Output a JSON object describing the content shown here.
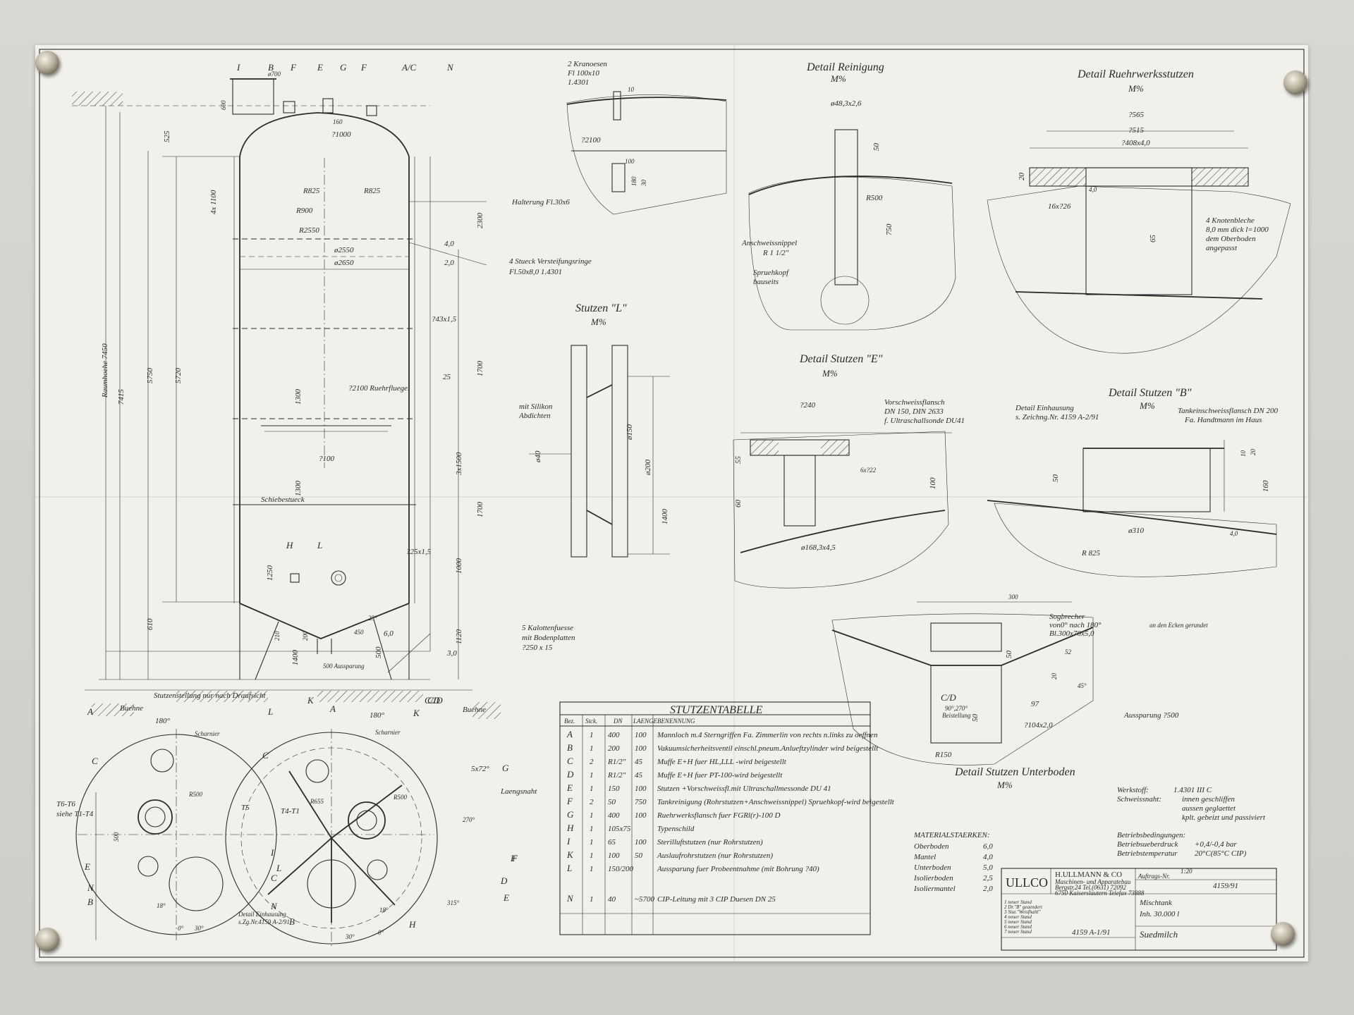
{
  "drawing": {
    "top_letters": [
      "I",
      "B",
      "F",
      "E",
      "G",
      "F",
      "A/C",
      "N"
    ],
    "nozzle_letters": {
      "h": "H",
      "l": "L",
      "k": "K",
      "cd": "C/D"
    },
    "heights": {
      "raumhoehe": "Raumhoehe 7450",
      "h7415": "7415",
      "h5750": "5750",
      "h5720": "5720",
      "h610": "610",
      "h4x1100": "4x 1100",
      "h525": "525",
      "h1300a": "1300",
      "h1300b": "1300",
      "h1250": "1250",
      "h1400": "1400",
      "h210": "210",
      "h200": "200",
      "h500": "500",
      "h600": "600"
    },
    "right_dims": {
      "d2300": "2300",
      "d1700a": "1700",
      "d3x1500": "3x1500",
      "d1700b": "1700",
      "d1000": "1000",
      "d1120": "1120",
      "d4_0": "4,0",
      "d2_0": "2,0",
      "d3_0": "3,0",
      "d6_0": "6,0",
      "d25": "25",
      "p43": "?43x1,5",
      "p25": "?25x1,5"
    },
    "interior": {
      "r825a": "R825",
      "r825b": "R825",
      "r900": "R900",
      "r2550": "R2550",
      "d2550": "ø2550",
      "d2650": "ø2650",
      "d1000": "?1000",
      "d160": "160",
      "d2100": "?2100 Ruehrfluegel",
      "d100": "?100",
      "schiebe": "Schiebestueck",
      "d500": "500 Aussparung",
      "a25": "25°",
      "a450": "450",
      "d700": "ø700",
      "d600": "600",
      "d500t": "500"
    },
    "callouts": {
      "halterung": "Halterung Fl.30x6",
      "ring1": "4  Stueck Versteifungsringe",
      "ring2": "Fl.50x8,0 1.4301",
      "fuss1": "5  Kalottenfuesse",
      "fuss2": "mit Bodenplatten",
      "fuss3": "?250 x 15"
    },
    "plan": {
      "title": "Stutzenstellung nur nach Draufsicht",
      "buehne1": "Buehne",
      "buehne2": "Buehne",
      "a180a": "180°",
      "a180b": "180°",
      "scharnier1": "Scharnier",
      "scharnier2": "Scharnier",
      "t6": "T6-T6",
      "t6b": "siehe T1-T4",
      "t5": "T5",
      "t4": "T4-T1",
      "laengsnaht": "Laengsnaht",
      "a5x72": "5x72°",
      "a270": "270°",
      "a315": "315°",
      "a18a": "18°",
      "a18b": "18°",
      "a30a": "30°",
      "a0a": "0°",
      "a30b": "30°",
      "a0b": "0°",
      "r500a": "R500",
      "r500b": "R500",
      "r655": "R655",
      "d500": "500",
      "einh1": "Detail Einhausung",
      "einh2": "s.Zg.Nr.4159  A-2/91",
      "letters_left": [
        "A",
        "C",
        "E",
        "N",
        "B",
        "L",
        "F"
      ],
      "letters_right": [
        "A",
        "K",
        "L",
        "C/D",
        "G",
        "C",
        "F",
        "D",
        "E",
        "I",
        "C",
        "N",
        "B",
        "H"
      ]
    },
    "kranoesen": {
      "title": "2  Kranoesen",
      "sub1": "Fl 100x10",
      "sub2": "1.4301",
      "d10": "10",
      "d2100": "?2100",
      "d100": "100",
      "d180": "180",
      "d30": "30"
    },
    "stutzen_l": {
      "title": "Stutzen \"L\"",
      "scale": "M%",
      "note1": "mit Silikon",
      "note2": "Abdichten",
      "d40": "ø40",
      "d150": "ø150",
      "d200": "ø200",
      "d1400": "1400"
    },
    "reinigung": {
      "title": "Detail Reinigung",
      "scale": "M%",
      "pipe": "ø48,3x2,6",
      "d50": "50",
      "r500": "R500",
      "d750": "750",
      "nip1": "Anschweissnippel",
      "nip2": "R 1 1/2\"",
      "kopf1": "Spruehkopf",
      "kopf2": "bauseits"
    },
    "stutzen_e": {
      "title": "Detail Stutzen \"E\"",
      "scale": "M%",
      "d240": "?240",
      "v1": "Vorschweissflansch",
      "v2": "DN 150,  DIN 2633",
      "v3": "f. Ultraschallsonde DU41",
      "d55": "55",
      "d60": "60",
      "d100": "100",
      "d6x": "6x?22",
      "pipe": "ø168,3x4,5"
    },
    "ruehrwerk": {
      "title": "Detail Ruehrwerksstutzen",
      "scale": "M%",
      "d565": "?565",
      "d515": "?515",
      "d408": "?408x4,0",
      "d20": "20",
      "d16": "16x?26",
      "a4": "4,0",
      "d65": "65",
      "k1": "4  Knotenbleche",
      "k2": "8,0  mm dick l=1000",
      "k3": "dem Oberboden",
      "k4": "angepasst"
    },
    "stutzen_b": {
      "title": "Detail Stutzen \"B\"",
      "scale": "M%",
      "e1": "Detail Einhausung",
      "e2": "s. Zeichng.Nr. 4159  A-2/91",
      "t1": "Tankeinschweissflansch DN 200",
      "t2": "Fa. Handtmann im Haus",
      "d50": "50",
      "d10": "10",
      "d20": "20",
      "d160": "160",
      "d310": "ø310",
      "r825": "R 825",
      "a40": "4,0"
    },
    "unterboden": {
      "title": "Detail Stutzen Unterboden",
      "scale": "M%",
      "d300": "300",
      "s1": "Sogbrecher",
      "s2": "von0° nach 180°",
      "s3": "Bl.300x70x5,0",
      "kanten": "an den Ecken gerundet",
      "d50a": "50",
      "d52": "52",
      "d20": "20",
      "a45": "45°",
      "d97": "97",
      "d50b": "50",
      "d104": "?104x2,0",
      "r150": "R150",
      "cd": "C/D",
      "cd1": "90°,270°",
      "cd2": "Beistellung",
      "auss": "Aussparung  ?500"
    },
    "werkstoff": {
      "l1": "Werkstoff:",
      "v1": "1.4301 III C",
      "l2": "Schweissnaht:",
      "v2": "innen geschliffen",
      "v3": "aussen geglaettet",
      "v4": "kplt. gebeizt und passiviert",
      "b0": "Betriebsbedingungen:",
      "b1": "Betriebsueberdruck",
      "b1v": "+0,4/-0,4  bar",
      "b2": "Betriebstemperatur",
      "b2v": "20°C(85°C CIP)"
    }
  },
  "stutzentabelle": {
    "title": "STUTZENTABELLE",
    "headers": [
      "Bez.",
      "Stck.",
      "DN",
      "LAENGE",
      "BENENNUNG"
    ],
    "rows": [
      [
        "A",
        "1",
        "400",
        "100",
        "Mannloch m.4 Sterngriffen Fa. Zimmerlin   von rechts n.links zu oeffnen"
      ],
      [
        "B",
        "1",
        "200",
        "100",
        "Vakuumsicherheitsventil einschl.pneum.Anlueftzylinder wird beigestellt"
      ],
      [
        "C",
        "2",
        "R1/2\"",
        "45",
        "Muffe E+H fuer HL,LLL  -wird beigestellt"
      ],
      [
        "D",
        "1",
        "R1/2\"",
        "45",
        "Muffe E+H fuer PT-100-wird beigestellt"
      ],
      [
        "E",
        "1",
        "150",
        "100",
        "Stutzen +Vorschweissfl.mit Ultraschallmessonde DU 41"
      ],
      [
        "F",
        "2",
        "50",
        "750",
        "Tankreinigung (Rohrstutzen+Anschweissnippel) Spruehkopf-wird beigestellt"
      ],
      [
        "G",
        "1",
        "400",
        "100",
        "Ruehrwerksflansch fuer FGRl(r)-100 D"
      ],
      [
        "H",
        "1",
        "105x75",
        "",
        "Typenschild"
      ],
      [
        "I",
        "1",
        "65",
        "100",
        "Sterilluftstutzen    (nur Rohrstutzen)"
      ],
      [
        "K",
        "1",
        "100",
        "50",
        "Auslaufrohrstutzen  (nur Rohrstutzen)"
      ],
      [
        "L",
        "1",
        "150/200",
        "",
        "Aussparung fuer Probeentnahme   (mit Bohrung ?40)"
      ],
      [
        "N",
        "1",
        "40",
        "~5700",
        "CIP-Leitung mit 3 CIP Duesen DN 25"
      ]
    ]
  },
  "materialstaerken": {
    "title": "MATERIALSTAERKEN:",
    "rows": [
      [
        "Oberboden",
        "6,0"
      ],
      [
        "Mantel",
        "4,0"
      ],
      [
        "Unterboden",
        "5,0"
      ],
      [
        "Isolierboden",
        "2,5"
      ],
      [
        "Isoliermantel",
        "2,0"
      ]
    ]
  },
  "titleblock": {
    "logo": "ULLCO",
    "company": "H.ULLMANN & CO",
    "company_sub1": "Maschinen- und Apparatebau",
    "company_sub2": "Bergstr.24   Tel.(0631) 72092",
    "company_sub3": "6750 Kaiserslautern  Telefax 73888",
    "projekt": "Mischtank",
    "inhalt": "Inh. 30.000  l",
    "auftrag": "4159/91",
    "zeichnung": "4159  A-1/91",
    "kunde": "Suedmilch",
    "auftrag_label": "Auftrags-Nr.",
    "massstab": "1:20",
    "revisions": [
      "1 neuer Stand",
      "2 Dr.\"B\" geaendert",
      "3 Stut.\"Weisfhaltl\"",
      "4 neuer Stand",
      "5 neuer Stand",
      "6 neuer Stand",
      "7 neuer Stand"
    ]
  }
}
